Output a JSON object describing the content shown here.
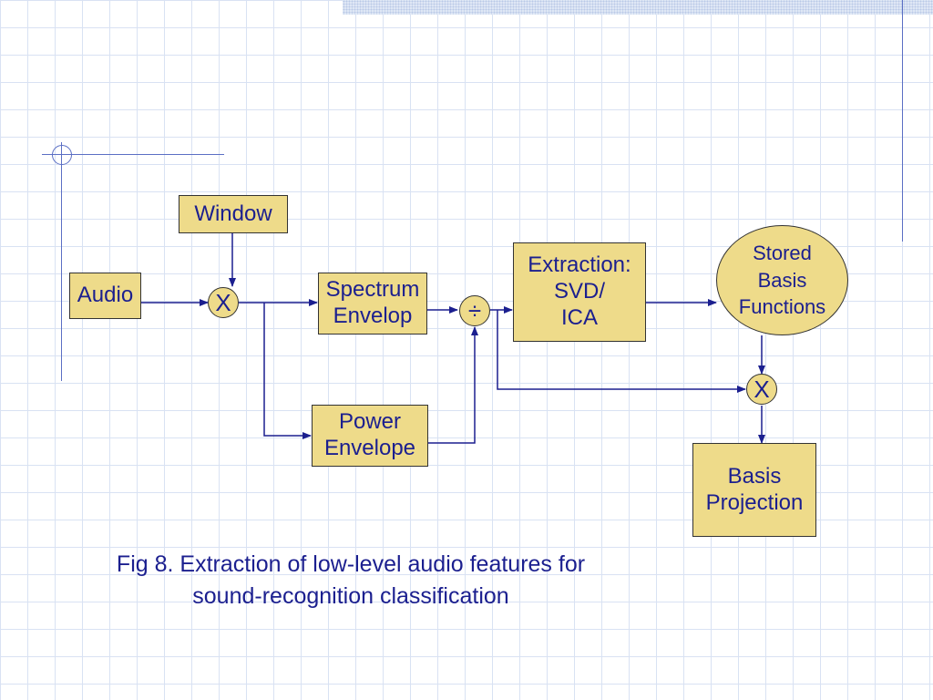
{
  "blocks": {
    "window": "Window",
    "audio": "Audio",
    "spectrum_envelope": "Spectrum\nEnvelop",
    "power_envelope": "Power\nEnvelope",
    "extraction": "Extraction:\nSVD/\nICA",
    "stored_basis": "Stored\nBasis\nFunctions",
    "basis_projection": "Basis\nProjection"
  },
  "operators": {
    "multiply_1": "X",
    "divide": "÷",
    "multiply_2": "X"
  },
  "caption": {
    "line1": "Fig 8. Extraction of low-level audio features for",
    "line2": "sound-recognition classification"
  },
  "colors": {
    "box_fill": "#eedb8a",
    "text": "#1b1f8f",
    "wire": "#1b1f8f",
    "grid": "#d9e2f3"
  }
}
